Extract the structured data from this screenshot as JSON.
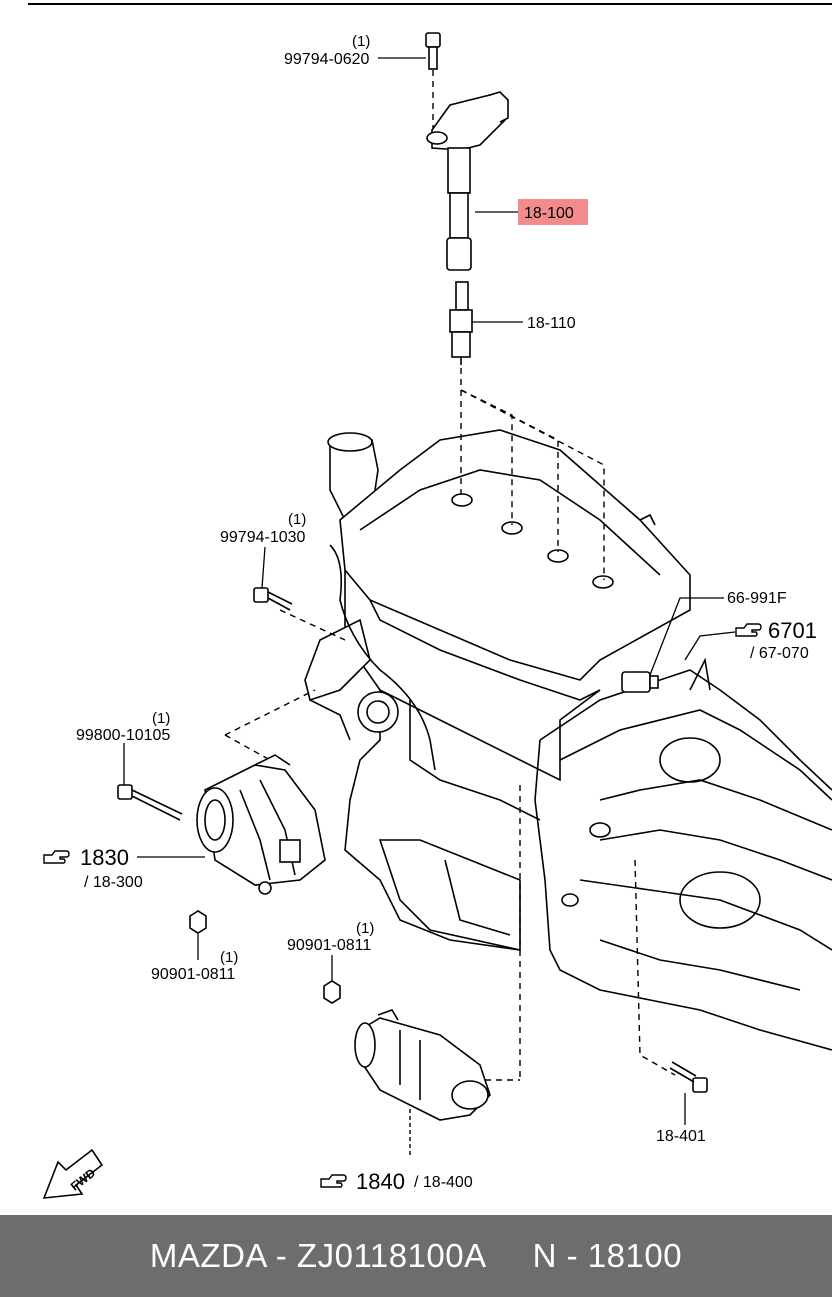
{
  "labels": {
    "bolt_top": {
      "part": "99794-0620",
      "qty": "(1)"
    },
    "coil": {
      "part": "18-100"
    },
    "spark_plug": {
      "part": "18-110"
    },
    "bolt_left": {
      "part": "99794-1030",
      "qty": "(1)"
    },
    "sensor": {
      "part": "66-991F"
    },
    "ref_6701": {
      "num": "6701",
      "sub": "/ 67-070"
    },
    "bolt_alt": {
      "part": "99800-10105",
      "qty": "(1)"
    },
    "ref_1830": {
      "num": "1830",
      "sub": "/ 18-300"
    },
    "nut_alt": {
      "part": "90901-0811",
      "qty": "(1)"
    },
    "nut_starter": {
      "part": "90901-0811",
      "qty": "(1)"
    },
    "bolt_trans": {
      "part": "18-401"
    },
    "ref_1840": {
      "num": "1840",
      "sub": "/ 18-400"
    },
    "fwd": "FWD"
  },
  "colors": {
    "highlight": "#f28c8c",
    "footer_bg": "#6d6d6d"
  },
  "footer": {
    "part_text": "MAZDA - ZJ0118100A",
    "number_text": "N - 18100"
  }
}
